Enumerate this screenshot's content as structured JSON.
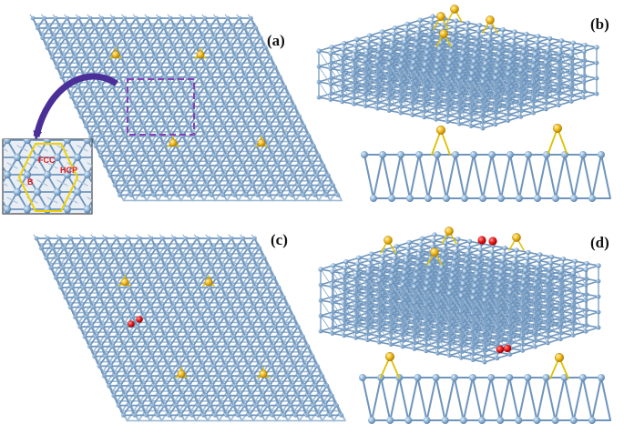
{
  "figure": {
    "panel_labels": {
      "a": "(a)",
      "b": "(b)",
      "c": "(c)",
      "d": "(d)"
    },
    "inset_labels": {
      "fcc": "FCC",
      "hcp": "HCP",
      "bridge": "B"
    }
  },
  "colors": {
    "atom": "#8fb4d6",
    "atom_highlight": "#cfe2f3",
    "bond": "#6f95bd",
    "gold": "#f1b91c",
    "gold_bond": "#e0c000",
    "oxygen": "#e51a1a",
    "selection_box": "#8b3fb5",
    "arrow": "#4b2f99",
    "inset_border": "#222222",
    "inset_hexagon": "#f0d000",
    "site_label": "#e31b1b"
  },
  "icons": {
    "adatom": "yellow-sphere-icon",
    "oxygen_molecule": "red-dimer-icon",
    "arrow": "curved-arrow-icon"
  }
}
